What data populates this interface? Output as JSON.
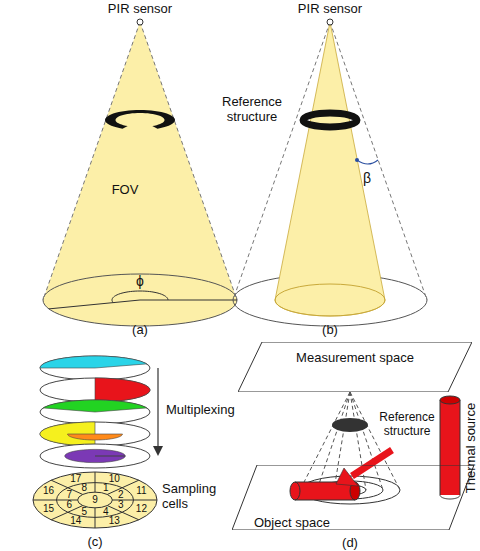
{
  "diagram": {
    "nodes": [
      {
        "text": [
          "Measurement space"
        ]
      },
      {
        "text": [
          "Object space"
        ]
      }
    ],
    "labels": [
      "PIR sensor",
      "Reference structure",
      "FOV",
      "ϕ",
      "(a)",
      "PIR sensor",
      "β",
      "(b)",
      "Multiplexing",
      "Sampling cells",
      "1",
      "2",
      "3",
      "4",
      "5",
      "6",
      "7",
      "8",
      "9",
      "10",
      "11",
      "12",
      "13",
      "14",
      "15",
      "16",
      "17",
      "(c)",
      "Reference structure",
      "Thermal source",
      "(d)"
    ]
  }
}
